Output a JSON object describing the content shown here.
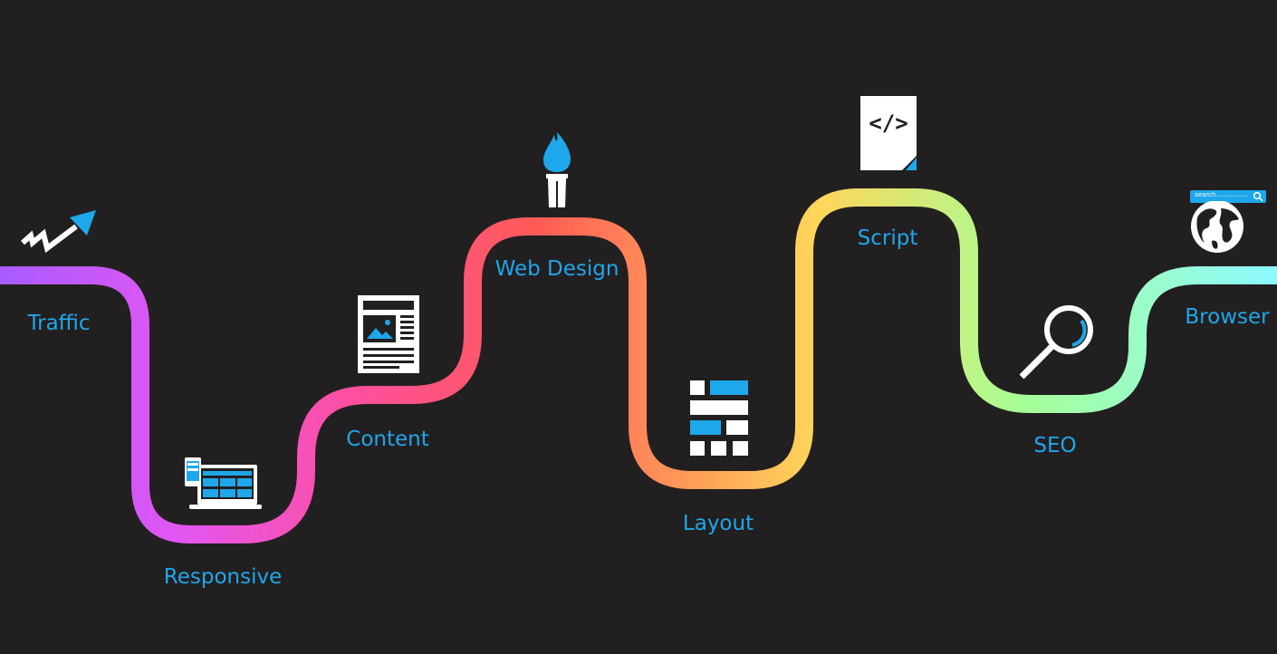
{
  "steps": [
    {
      "label": "Traffic",
      "icon": "arrow-up-trend-icon"
    },
    {
      "label": "Responsive",
      "icon": "devices-icon"
    },
    {
      "label": "Content",
      "icon": "document-image-icon"
    },
    {
      "label": "Web Design",
      "icon": "paintbrush-icon"
    },
    {
      "label": "Layout",
      "icon": "grid-blocks-icon"
    },
    {
      "label": "Script",
      "icon": "code-file-icon"
    },
    {
      "label": "SEO",
      "icon": "magnifier-icon"
    },
    {
      "label": "Browser",
      "icon": "globe-search-icon"
    }
  ],
  "browser_search": {
    "placeholder": "search................"
  },
  "code_symbol": "</>",
  "colors": {
    "background": "#221f20",
    "label": "#1ea7ea",
    "icon_accent": "#1ea7ea",
    "icon_white": "#ffffff",
    "path_gradient": [
      "#a75cff",
      "#e256f2",
      "#ff4f9e",
      "#ff5b56",
      "#ff9c59",
      "#ffd65a",
      "#a6ff96",
      "#8df9ff"
    ]
  }
}
